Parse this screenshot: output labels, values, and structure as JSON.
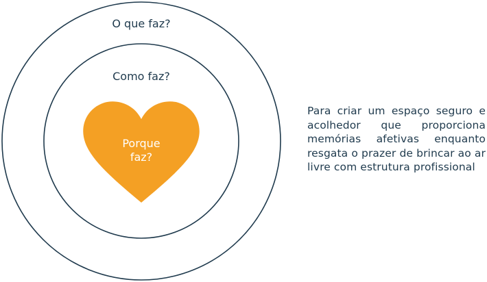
{
  "diagram": {
    "outer_label": "O que faz?",
    "middle_label": "Como faz?",
    "center_label_line1": "Porque",
    "center_label_line2": "faz?",
    "colors": {
      "ring_stroke": "#1f3a4d",
      "heart_fill": "#f4a024",
      "text": "#1f3a4d",
      "center_text": "#ffffff"
    }
  },
  "description": {
    "text": "Para criar um espaço seguro e acolhedor que proporciona memórias afetivas enquanto resgata o prazer de brincar ao ar livre com estrutura profissional"
  }
}
